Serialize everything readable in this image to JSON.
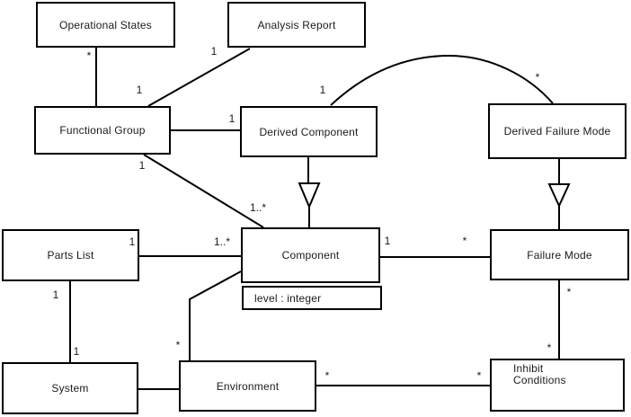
{
  "diagram": {
    "type": "uml-class-diagram",
    "nodes": {
      "operational_states": {
        "label": "Operational States"
      },
      "analysis_report": {
        "label": "Analysis Report"
      },
      "functional_group": {
        "label": "Functional Group"
      },
      "derived_component": {
        "label": "Derived Component"
      },
      "derived_failure_mode": {
        "label": "Derived Failure Mode"
      },
      "parts_list": {
        "label": "Parts List"
      },
      "component": {
        "label": "Component",
        "attribute": "level : integer"
      },
      "failure_mode": {
        "label": "Failure Mode"
      },
      "system": {
        "label": "System"
      },
      "environment": {
        "label": "Environment"
      },
      "inhibit_conditions": {
        "label": "Inhibit Conditions"
      }
    },
    "multiplicities": [
      "*",
      "1",
      "1",
      "1",
      "1",
      "*",
      "1",
      "1..*",
      "1",
      "1..*",
      "1",
      "*",
      "*",
      "*",
      "1",
      "1",
      "*",
      "*",
      "*"
    ],
    "colors": {
      "line": "#000000",
      "box_fill": "#ffffff",
      "text": "#1a1a1a",
      "background": "#ffffff"
    }
  }
}
